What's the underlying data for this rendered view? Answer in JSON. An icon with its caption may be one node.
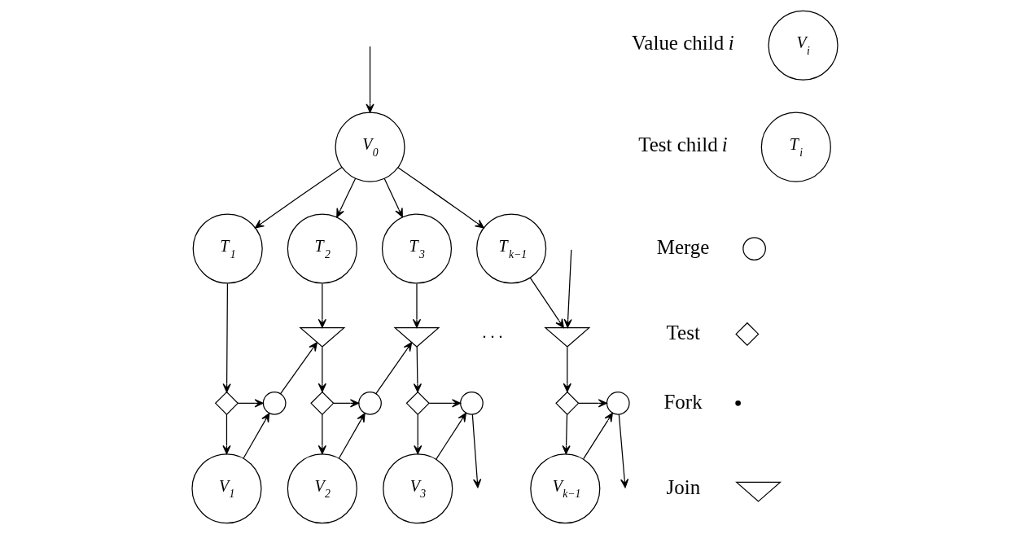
{
  "diagram": {
    "nodes": [
      {
        "text": [
          "V$_{0}$"
        ]
      },
      {
        "text": [
          "T$_{1}$"
        ]
      },
      {
        "text": [
          "T$_{2}$"
        ]
      },
      {
        "text": [
          "T$_{3}$"
        ]
      },
      {
        "text": [
          "T$_{k−1}$"
        ]
      },
      {
        "text": [],
        "shape": "triangle"
      },
      {
        "text": [],
        "shape": "triangle"
      },
      {
        "text": [],
        "shape": "triangle"
      },
      {
        "text": [],
        "shape": "diamond"
      },
      {
        "text": [],
        "shape": "circle"
      },
      {
        "text": [],
        "shape": "diamond"
      },
      {
        "text": [],
        "shape": "circle"
      },
      {
        "text": [],
        "shape": "diamond"
      },
      {
        "text": [],
        "shape": "circle"
      },
      {
        "text": [],
        "shape": "diamond"
      },
      {
        "text": [],
        "shape": "circle"
      },
      {
        "text": [
          "V$_{1}$"
        ]
      },
      {
        "text": [
          "V$_{2}$"
        ]
      },
      {
        "text": [
          "V$_{3}$"
        ]
      },
      {
        "text": [
          "V$_{k−1}$"
        ]
      },
      {
        "text": [
          "V$_{i}$"
        ]
      },
      {
        "text": [
          "T$_{i}$"
        ]
      },
      {
        "text": [],
        "shape": "circle"
      },
      {
        "text": [],
        "shape": "diamond"
      },
      {
        "text": [],
        "shape": "fork"
      },
      {
        "text": [],
        "shape": "triangle"
      }
    ],
    "edges": [
      {
        "from": null,
        "to": 0,
        "arrow": "to"
      },
      {
        "from": 0,
        "to": 1,
        "arrow": "to"
      },
      {
        "from": 0,
        "to": 2,
        "arrow": "to"
      },
      {
        "from": 0,
        "to": 3,
        "arrow": "to"
      },
      {
        "from": 0,
        "to": 4,
        "arrow": "to"
      },
      {
        "from": 1,
        "to": 8,
        "arrow": "to"
      },
      {
        "from": 2,
        "to": 5,
        "arrow": "to"
      },
      {
        "from": 3,
        "to": 6,
        "arrow": "to"
      },
      {
        "from": 4,
        "to": 7,
        "arrow": "to"
      },
      {
        "from": 5,
        "to": 10,
        "arrow": "to"
      },
      {
        "from": 6,
        "to": 12,
        "arrow": "to"
      },
      {
        "from": 7,
        "to": 14,
        "arrow": "to"
      },
      {
        "from": 8,
        "to": 9,
        "arrow": "to"
      },
      {
        "from": 8,
        "to": 16,
        "arrow": "to"
      },
      {
        "from": 10,
        "to": 11,
        "arrow": "to"
      },
      {
        "from": 10,
        "to": 17,
        "arrow": "to"
      },
      {
        "from": 12,
        "to": 13,
        "arrow": "to"
      },
      {
        "from": 12,
        "to": 18,
        "arrow": "to"
      },
      {
        "from": 14,
        "to": 15,
        "arrow": "to"
      },
      {
        "from": 14,
        "to": 19,
        "arrow": "to"
      },
      {
        "from": 16,
        "to": 9,
        "arrow": "to"
      },
      {
        "from": 17,
        "to": 11,
        "arrow": "to"
      },
      {
        "from": 18,
        "to": 13,
        "arrow": "to"
      },
      {
        "from": 19,
        "to": 15,
        "arrow": "to"
      },
      {
        "from": 9,
        "to": 5,
        "arrow": "to"
      },
      {
        "from": 11,
        "to": 6,
        "arrow": "to"
      },
      {
        "from": 13,
        "to": null,
        "arrow": "to"
      },
      {
        "from": null,
        "to": 7,
        "arrow": "to"
      },
      {
        "from": 15,
        "to": null,
        "arrow": "to"
      }
    ],
    "labels": [
      ". . ."
    ],
    "legend": [
      {
        "text": "Value child *i*"
      },
      {
        "text": "Test child *i*"
      },
      {
        "text": "Merge"
      },
      {
        "text": "Test"
      },
      {
        "text": "Fork"
      },
      {
        "text": "Join"
      }
    ]
  }
}
